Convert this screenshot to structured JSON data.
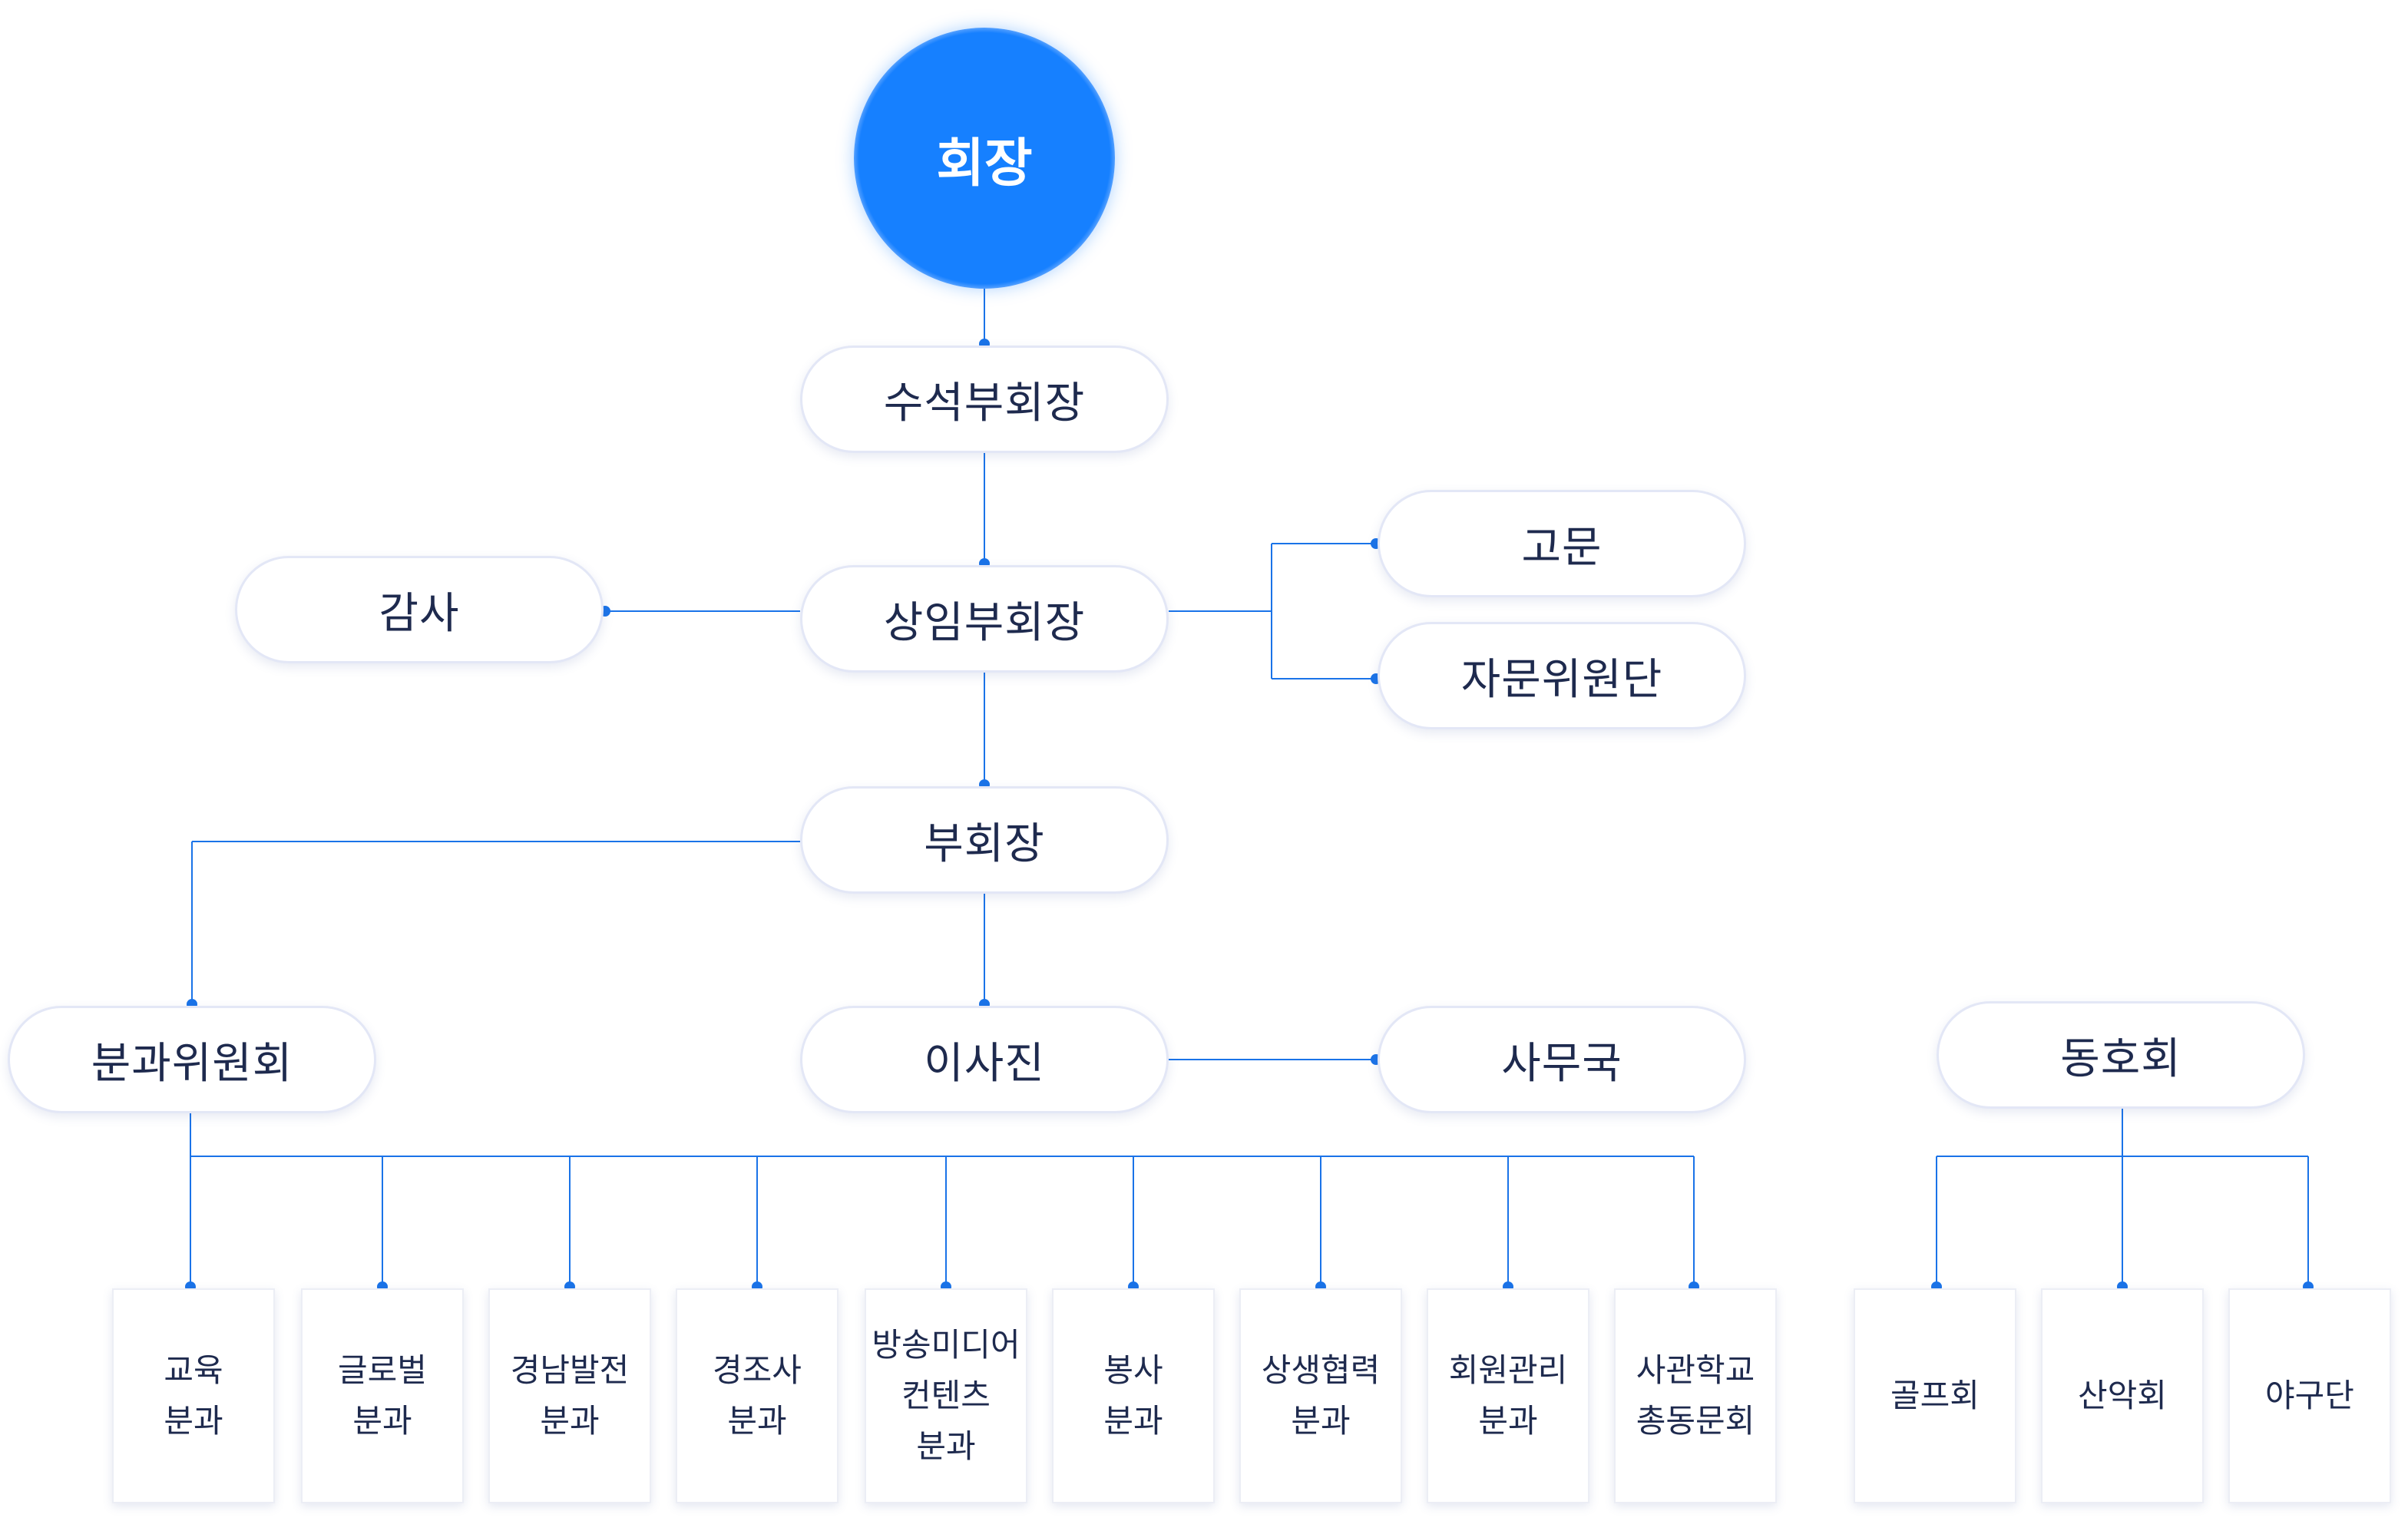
{
  "colors": {
    "accent": "#1680ff",
    "line": "#1a73e8",
    "text": "#1e2a4e"
  },
  "president": "회장",
  "senior_vice_president": "수석부회장",
  "standing_vice_president": "상임부회장",
  "auditor": "감사",
  "advisor": "고문",
  "advisory_committee": "자문위원단",
  "vice_president": "부회장",
  "division_committee": "분과위원회",
  "board": "이사진",
  "secretariat": "사무국",
  "clubs": "동호회",
  "divisions": [
    {
      "label": "교육\n분과"
    },
    {
      "label": "글로벌\n분과"
    },
    {
      "label": "경남발전\n분과"
    },
    {
      "label": "경조사\n분과"
    },
    {
      "label": "방송미디어\n컨텐츠\n분과"
    },
    {
      "label": "봉사\n분과"
    },
    {
      "label": "상생협력\n분과"
    },
    {
      "label": "회원관리\n분과"
    },
    {
      "label": "사관학교\n총동문회"
    }
  ],
  "club_list": [
    {
      "label": "골프회"
    },
    {
      "label": "산악회"
    },
    {
      "label": "야구단"
    }
  ]
}
